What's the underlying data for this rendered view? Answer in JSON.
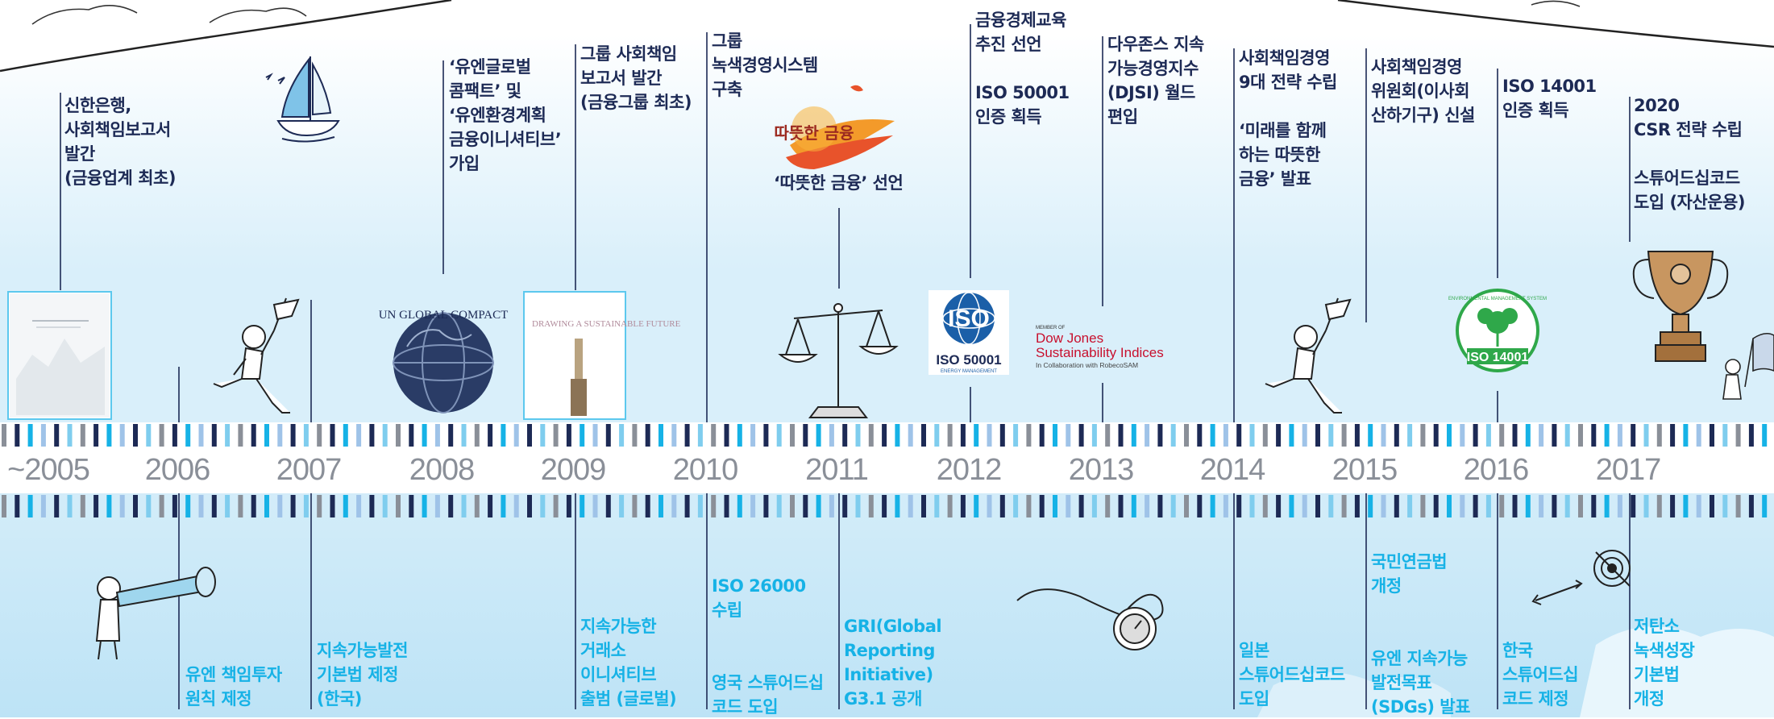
{
  "colors": {
    "navy": "#1d2a55",
    "cyan": "#16b2e6",
    "gray": "#8a8f98",
    "strip": "#ffffff"
  },
  "years": [
    "~2005",
    "2006",
    "2007",
    "2008",
    "2009",
    "2010",
    "2011",
    "2012",
    "2013",
    "2014",
    "2015",
    "2016",
    "2017"
  ],
  "top_events": [
    {
      "key": "e2005",
      "text": "신한은행,\n사회책임보고서\n발간\n(금융업계 최초)"
    },
    {
      "key": "e2008",
      "text": "‘유엔글로벌\n콤팩트’ 및\n‘유엔환경계획\n금융이니셔티브’\n가입"
    },
    {
      "key": "e2009",
      "text": "그룹 사회책임\n보고서 발간\n(금융그룹 최초)"
    },
    {
      "key": "e2010",
      "text": "그룹\n녹색경영시스템\n구축"
    },
    {
      "key": "e2011",
      "text": "‘따뜻한 금융’ 선언"
    },
    {
      "key": "e2012",
      "text": "금융경제교육\n추진 선언\n\nISO 50001\n인증 획득"
    },
    {
      "key": "e2013",
      "text": "다우존스 지속\n가능경영지수\n(DJSI) 월드\n편입"
    },
    {
      "key": "e2014",
      "text": "사회책임경영\n9대 전략 수립\n\n‘미래를 함께\n하는 따뜻한\n금융’ 발표"
    },
    {
      "key": "e2015",
      "text": "사회책임경영\n위원회(이사회\n산하기구) 신설"
    },
    {
      "key": "e2016",
      "text": "ISO 14001\n인증 획득"
    },
    {
      "key": "e2017",
      "text": "2020\nCSR 전략 수립\n\n스튜어드십코드\n도입 (자산운용)"
    }
  ],
  "bottom_events": [
    {
      "key": "b2006",
      "text": "유엔 책임투자\n원칙 제정"
    },
    {
      "key": "b2007",
      "text": "지속가능발전\n기본법 제정\n(한국)"
    },
    {
      "key": "b2009",
      "text": "지속가능한\n거래소\n이니셔티브\n출범 (글로벌)"
    },
    {
      "key": "b2010",
      "text": "ISO 26000\n수립\n\n\n영국 스튜어드십\n코드 도입"
    },
    {
      "key": "b2011",
      "text": "GRI(Global\nReporting\nInitiative)\nG3.1 공개"
    },
    {
      "key": "b2014",
      "text": "일본\n스튜어드십코드\n도입"
    },
    {
      "key": "b2015",
      "text": "국민연금법\n개정\n\n\n유엔 지속가능\n발전목표\n(SDGs) 발표"
    },
    {
      "key": "b2016",
      "text": "한국\n스튜어드십\n코드 제정"
    },
    {
      "key": "b2017",
      "text": "저탄소\n녹색성장\n기본법\n개정"
    }
  ],
  "logos": {
    "warm_finance": "따뜻한 금융",
    "iso50001_a": "ISO",
    "iso50001_b": "ISO 50001",
    "iso50001_c": "ENERGY MANAGEMENT",
    "djsi_a": "MEMBER OF",
    "djsi_b": "Dow Jones",
    "djsi_c": "Sustainability Indices",
    "djsi_d": "In Collaboration with RobecoSAM",
    "iso14001_a": "ENVIRONMENTAL MANAGEMENT SYSTEM",
    "iso14001_b": "ISO 14001",
    "ungc": "UN GLOBAL COMPACT",
    "report2009": "DRAWING A SUSTAINABLE FUTURE"
  },
  "icons": [
    "sailboat-icon",
    "running-flag-person-icon",
    "telescope-person-icon",
    "scales-icon",
    "stopwatch-icon",
    "target-arrow-icon",
    "trophy-icon"
  ]
}
